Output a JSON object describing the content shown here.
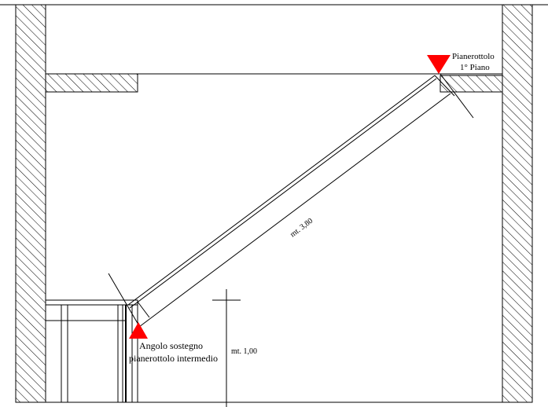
{
  "labels": {
    "top_marker_line1": "Pianerottolo",
    "top_marker_line2": "1° Piano",
    "bottom_marker_line1": "Angolo sostegno",
    "bottom_marker_line2": "pianerottolo intermedio",
    "stair_length": "mt. 3,80",
    "height_dim": "mt. 1,00"
  },
  "colors": {
    "marker": "#ff0000",
    "line": "#000000",
    "background": "#ffffff"
  },
  "icons": {
    "top_marker": "red-triangle-down-icon",
    "bottom_marker": "red-triangle-up-icon"
  }
}
